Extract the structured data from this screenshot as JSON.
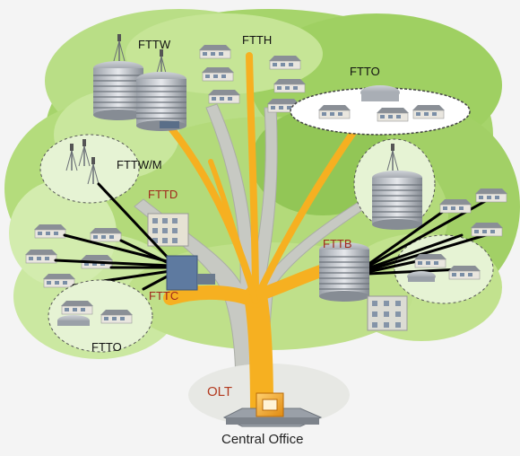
{
  "labels": {
    "fttw": "FTTW",
    "ftth": "FTTH",
    "ftto_top": "FTTO",
    "fttwm": "FTTW/M",
    "fttd": "FTTD",
    "fttb": "FTTB",
    "fttc": "FTTC",
    "ftto_bottom": "FTTO",
    "olt": "OLT",
    "central_office": "Central Office"
  },
  "colors": {
    "trunk": "#f6b021",
    "leaf_light": "#bfe08a",
    "leaf_mid": "#9fd062",
    "leaf_dark": "#7dbb45",
    "cable": "#000000",
    "label_red": "#a0281c"
  }
}
